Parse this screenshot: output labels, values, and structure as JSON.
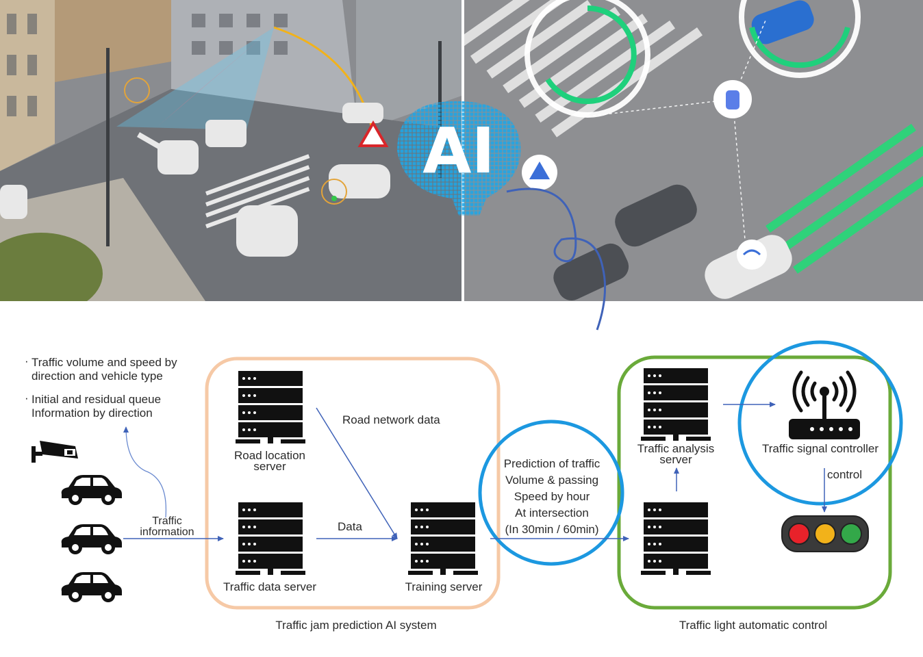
{
  "bullets": [
    "Traffic volume and speed by direction and vehicle type",
    "Initial and residual queue Information by direction"
  ],
  "photo_ai_text": "AI",
  "labels": {
    "traffic_information": [
      "Traffic",
      "information"
    ],
    "data": "Data",
    "road_network_data": "Road network data",
    "road_location_server": [
      "Road location",
      "server"
    ],
    "traffic_data_server": "Traffic data server",
    "training_server": "Training server",
    "prediction": [
      "Prediction of traffic",
      "Volume & passing",
      "Speed by hour",
      "At intersection",
      "(In 30min / 60min)"
    ],
    "traffic_analysis_server": [
      "Traffic analysis",
      "server"
    ],
    "traffic_signal_controller": "Traffic signal controller",
    "control": "control",
    "caption_ai_system": "Traffic jam prediction AI system",
    "caption_light_control": "Traffic light automatic control"
  },
  "colors": {
    "orange_box": "#f6c9a6",
    "green_box": "#6aaa3a",
    "blue_ring": "#1c98e0",
    "arrow": "#3f62b8",
    "red_light": "#e8222a",
    "yellow_light": "#f2b21a",
    "green_light": "#33a849"
  }
}
